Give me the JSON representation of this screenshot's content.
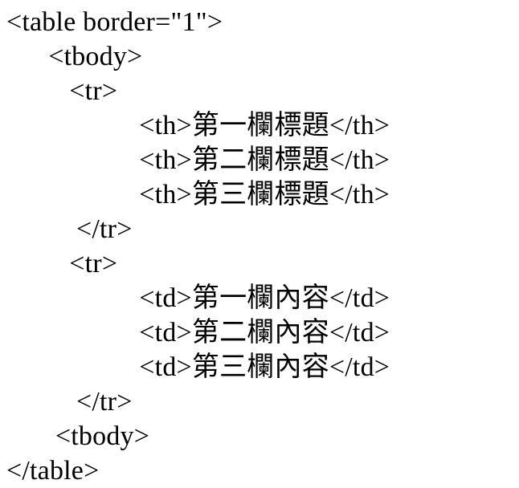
{
  "page": {
    "kind": "code-snippet",
    "language": "html",
    "text_color": "#000000",
    "background_color": "#ffffff"
  },
  "code": {
    "lines": [
      {
        "text": "<table border=\"1\">"
      },
      {
        "text": "      <tbody>"
      },
      {
        "text": "         <tr>"
      },
      {
        "text": "                   <th>第一欄標題</th>"
      },
      {
        "text": "                   <th>第二欄標題</th>"
      },
      {
        "text": "                   <th>第三欄標題</th>"
      },
      {
        "text": "          </tr>"
      },
      {
        "text": "         <tr>"
      },
      {
        "text": "                   <td>第一欄內容</td>"
      },
      {
        "text": "                   <td>第二欄內容</td>"
      },
      {
        "text": "                   <td>第三欄內容</td>"
      },
      {
        "text": "          </tr>"
      },
      {
        "text": "       <tbody>"
      },
      {
        "text": "</table>"
      }
    ]
  }
}
